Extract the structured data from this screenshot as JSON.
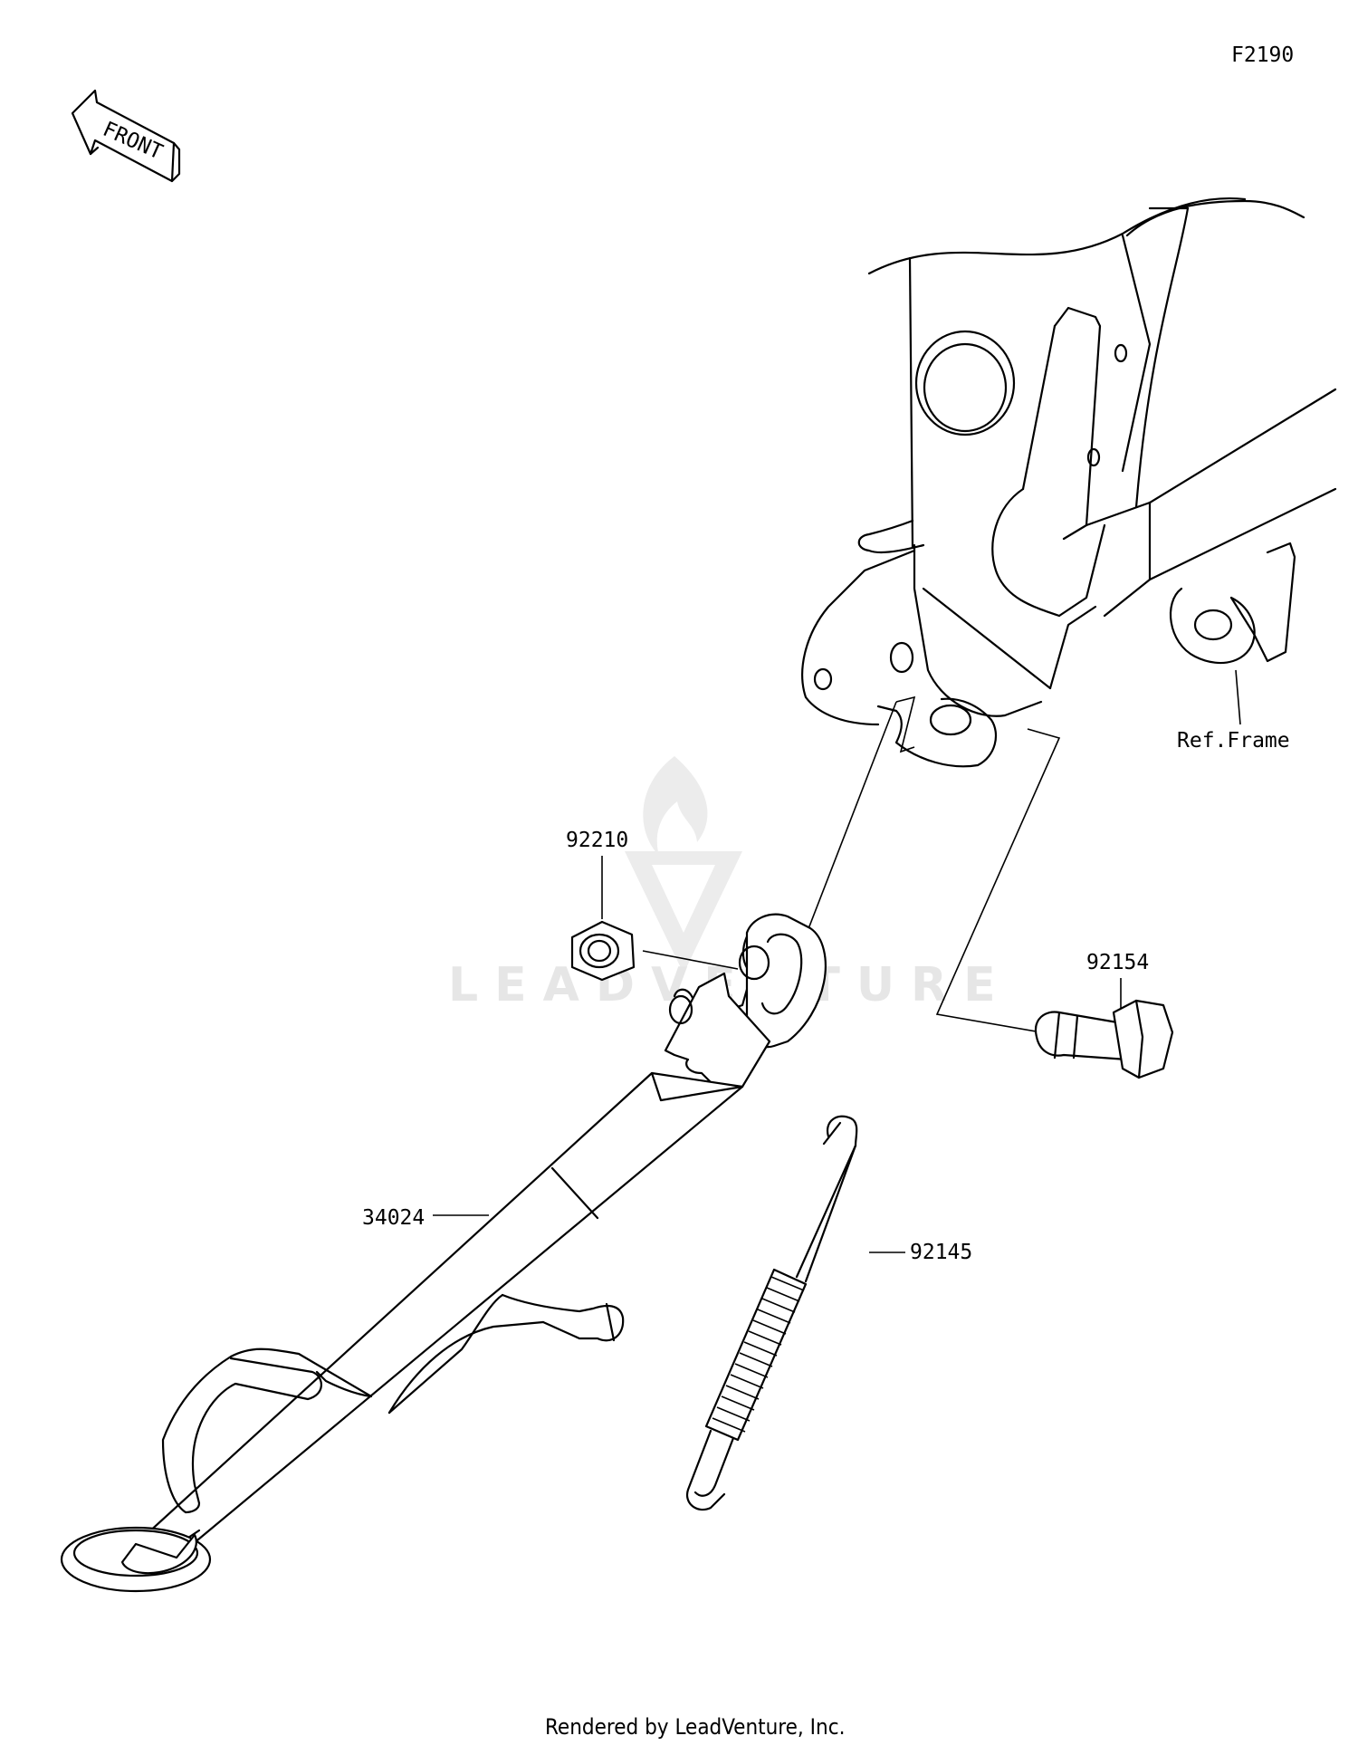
{
  "diagram_code": "F2190",
  "front_arrow": {
    "text": "FRONT",
    "icon": "front-direction-arrow-icon"
  },
  "ref_label": "Ref.Frame",
  "parts": {
    "nut": "92210",
    "bolt": "92154",
    "spring": "92145",
    "side_stand": "34024"
  },
  "watermark": {
    "text": "LEADVENTURE",
    "icon": "leadventure-flame-logo-icon"
  },
  "footer": "Rendered by LeadVenture, Inc."
}
